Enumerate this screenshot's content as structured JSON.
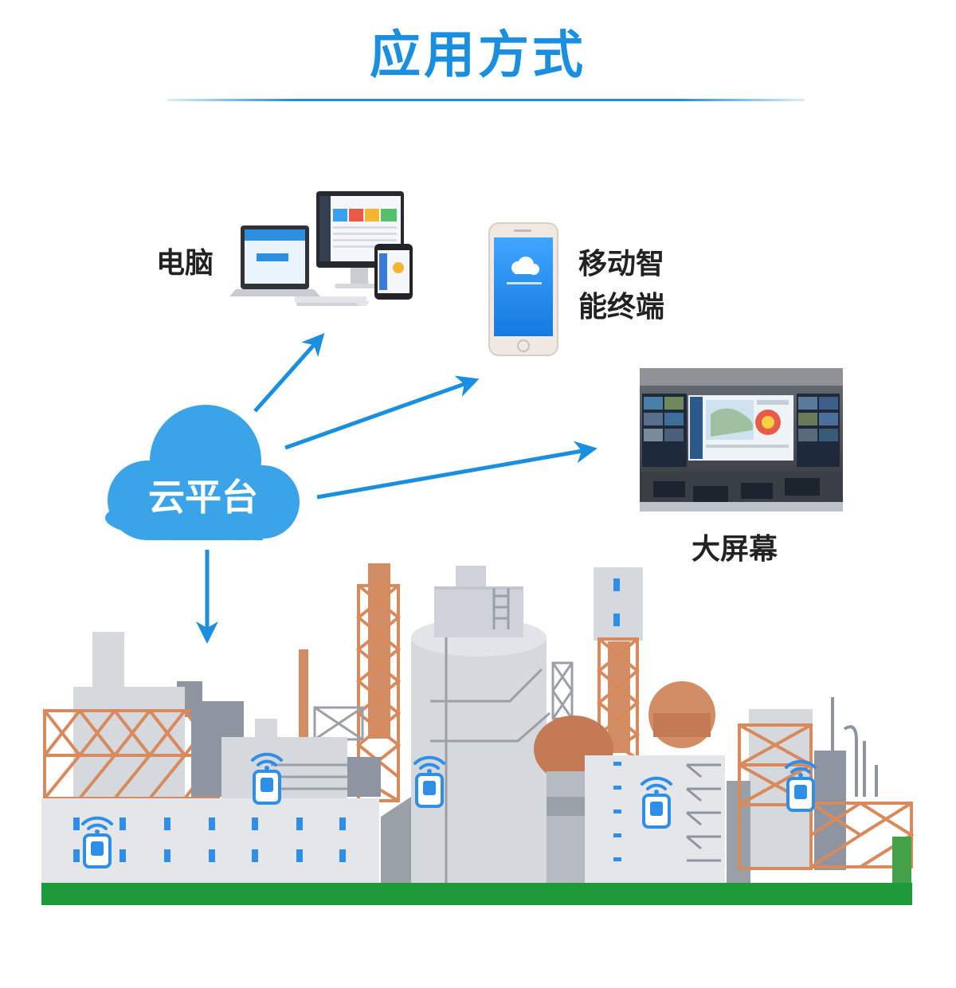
{
  "header": {
    "title": "应用方式"
  },
  "diagram": {
    "source": {
      "label": "云平台"
    },
    "targets": {
      "computer": {
        "label": "电脑"
      },
      "mobile": {
        "label_line1": "移动智",
        "label_line2": "能终端"
      },
      "bigscreen": {
        "label": "大屏幕"
      }
    }
  },
  "colors": {
    "accent": "#1a8fe0",
    "cloud": "#3ba3e8",
    "ground": "#1f9a3a",
    "steel": "#d98a5c",
    "building": "#d8dbe1"
  },
  "icons": [
    "computer-icon",
    "smartphone-icon",
    "big-screen-icon",
    "cloud-icon",
    "wifi-icon",
    "sensor-device-icon",
    "factory-icon"
  ]
}
